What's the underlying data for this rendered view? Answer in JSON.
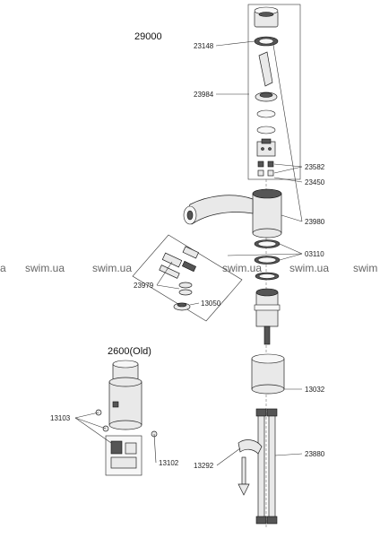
{
  "headers": {
    "top_model": "29000",
    "old_model": "2600(Old)"
  },
  "part_labels": {
    "p23148": "23148",
    "p23984": "23984",
    "p23582": "23582",
    "p23450": "23450",
    "p23980": "23980",
    "p03110": "03110",
    "p23979": "23979",
    "p13050": "13050",
    "p13032": "13032",
    "p13103": "13103",
    "p13102": "13102",
    "p13292": "13292",
    "p23880": "23880"
  },
  "watermark": {
    "w1": "a",
    "w2": "swim.ua",
    "w3": "swim.ua",
    "w4": "swim.ua",
    "w5": "swim.ua",
    "w6": "swim"
  }
}
